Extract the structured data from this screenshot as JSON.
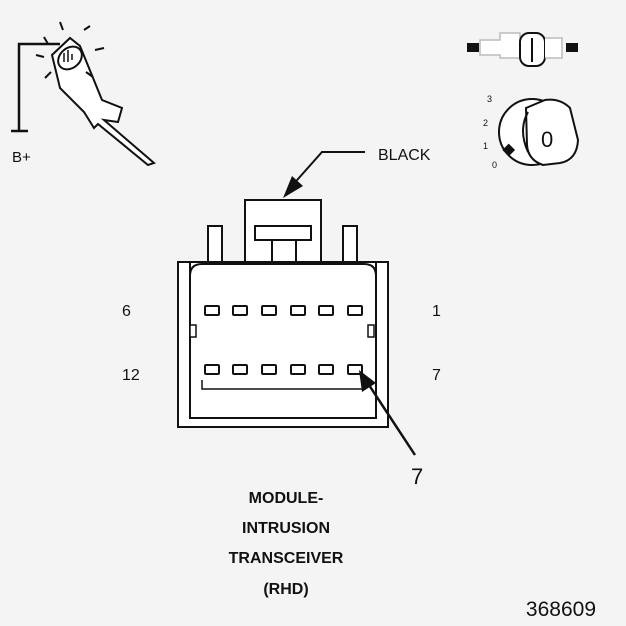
{
  "probe": {
    "label": "B+"
  },
  "key_switch": {
    "positions": [
      "3",
      "2",
      "1",
      "0"
    ],
    "key_label": "0"
  },
  "connector": {
    "color_label": "BLACK",
    "pin_top_left": "6",
    "pin_top_right": "1",
    "pin_bottom_left": "12",
    "pin_bottom_right": "7",
    "callout": "7"
  },
  "title_lines": [
    "MODULE-",
    "INTRUSION",
    "TRANSCEIVER",
    "(RHD)"
  ],
  "figure_number": "368609"
}
